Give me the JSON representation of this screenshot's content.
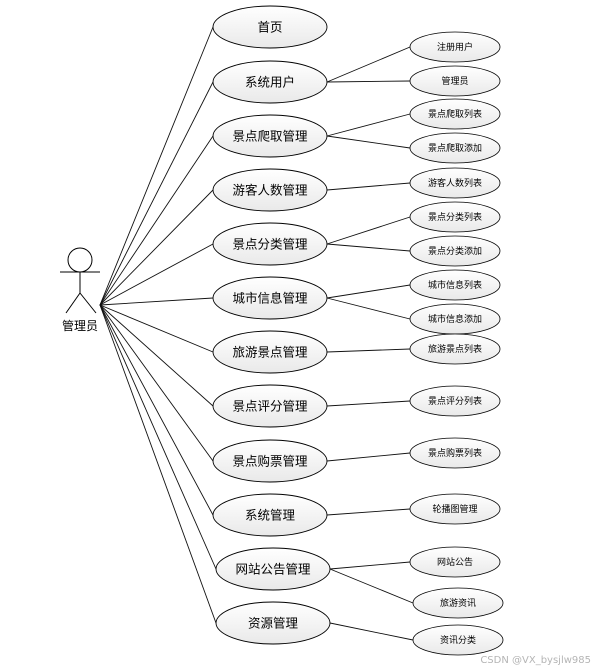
{
  "actor": {
    "label": "管理员"
  },
  "main_use_cases": [
    {
      "label": "首页",
      "children": []
    },
    {
      "label": "系统用户",
      "children": [
        "注册用户",
        "管理员"
      ]
    },
    {
      "label": "景点爬取管理",
      "children": [
        "景点爬取列表",
        "景点爬取添加"
      ]
    },
    {
      "label": "游客人数管理",
      "children": [
        "游客人数列表"
      ]
    },
    {
      "label": "景点分类管理",
      "children": [
        "景点分类列表",
        "景点分类添加"
      ]
    },
    {
      "label": "城市信息管理",
      "children": [
        "城市信息列表",
        "城市信息添加"
      ]
    },
    {
      "label": "旅游景点管理",
      "children": [
        "旅游景点列表"
      ]
    },
    {
      "label": "景点评分管理",
      "children": [
        "景点评分列表"
      ]
    },
    {
      "label": "景点购票管理",
      "children": [
        "景点购票列表"
      ]
    },
    {
      "label": "系统管理",
      "children": [
        "轮播图管理"
      ]
    },
    {
      "label": "网站公告管理",
      "children": [
        "网站公告",
        "旅游资讯"
      ]
    },
    {
      "label": "资源管理",
      "children": [
        "资讯分类"
      ]
    }
  ],
  "watermark": "CSDN @VX_bysjlw985"
}
